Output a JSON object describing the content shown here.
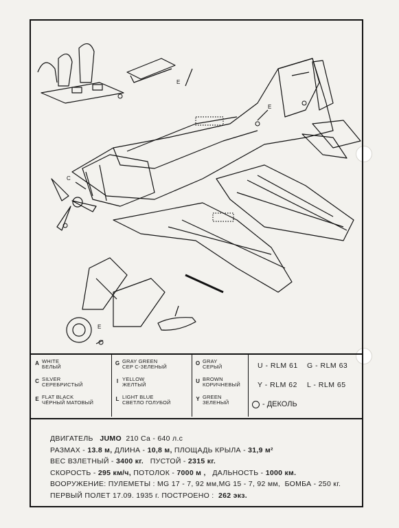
{
  "legend": {
    "col1": [
      {
        "key": "A",
        "en": "WHITE",
        "ru": "БЕЛЫЙ"
      },
      {
        "key": "C",
        "en": "SILVER",
        "ru": "СЕРЕБРИСТЫЙ"
      },
      {
        "key": "E",
        "en": "FLAT BLACK",
        "ru": "ЧЁРНЫЙ МАТОВЫЙ"
      }
    ],
    "col2": [
      {
        "key": "G",
        "en": "GRAY GREEN",
        "ru": "СЕР С-ЗЕЛЕНЫЙ"
      },
      {
        "key": "I",
        "en": "YELLOW",
        "ru": "ЖЕЛТЫЙ"
      },
      {
        "key": "L",
        "en": "LIGHT BLUE",
        "ru": "СВЕТЛО ГОЛУБОЙ"
      }
    ],
    "col3": [
      {
        "key": "O",
        "en": "GRAY",
        "ru": "СЕРЫЙ"
      },
      {
        "key": "U",
        "en": "BROWN",
        "ru": "КОРИЧНЕВЫЙ"
      },
      {
        "key": "Y",
        "en": "GREEN",
        "ru": "ЗЕЛЕНЫЙ"
      }
    ],
    "rlm": [
      {
        "text": "U - RLM 61"
      },
      {
        "text": "G - RLM 63"
      },
      {
        "text": "Y - RLM 62"
      },
      {
        "text": "L - RLM 65"
      }
    ]
  },
  "diagram_labels": {
    "e1": "E",
    "e2": "E",
    "e3": "E",
    "c": "C"
  },
  "decal_label": "- ДЕКОЛЬ",
  "specs": {
    "engine_label": "ДВИГАТЕЛЬ",
    "engine_value": "JUMO",
    "engine_model": "210 Са - 640 л.с",
    "dims_a": "РАЗМАХ -",
    "span": "13.8 м,",
    "dims_b": "ДЛИНА -",
    "length": "10,8 м,",
    "dims_c": "ПЛОЩАДЬ КРЫЛА -",
    "area": "31,9 м²",
    "weight_a": "ВЕС ВЗЛЕТНЫЙ -",
    "weight_takeoff": "3400 кг.",
    "weight_b": "ПУСТОЙ -",
    "weight_empty": "2315 кг.",
    "speed_a": "СКОРОСТЬ -",
    "speed": "295 км/ч,",
    "speed_b": "ПОТОЛОК -",
    "ceiling": "7000 м ,",
    "speed_c": "ДАЛЬНОСТЬ -",
    "range": "1000 км.",
    "arm_a": "ВООРУЖЕНИЕ: ПУЛЕМЕТЫ :",
    "arm_b": "MG 17 - 7, 92 мм,",
    "arm_c": "MG 15 - 7, 92 мм,",
    "arm_d": "БОМБА - 250 кг.",
    "flight_a": "ПЕРВЫЙ ПОЛЕТ",
    "flight_date": "17.09. 1935 г.",
    "flight_b": "ПОСТРОЕНО :",
    "built": "262 экз."
  }
}
